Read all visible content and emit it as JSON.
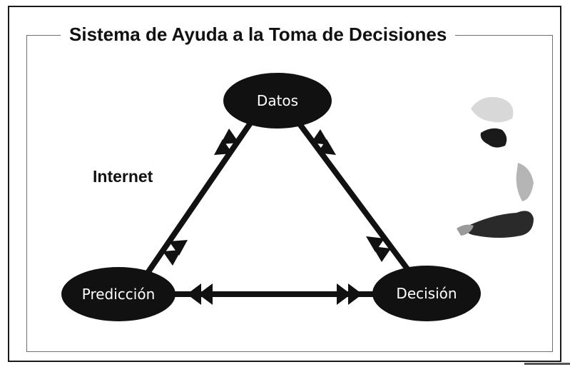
{
  "title": "Sistema de Ayuda a la Toma de Decisiones",
  "side_label": "Internet",
  "nodes": {
    "datos": "Datos",
    "prediccion": "Predicción",
    "decision": "Decisión"
  },
  "colors": {
    "node_fill": "#111111",
    "node_text": "#ffffff",
    "arrow": "#111111",
    "frame": "#1a1a1a"
  },
  "decoration": {
    "figure_icon": "person-silhouette-icon"
  }
}
